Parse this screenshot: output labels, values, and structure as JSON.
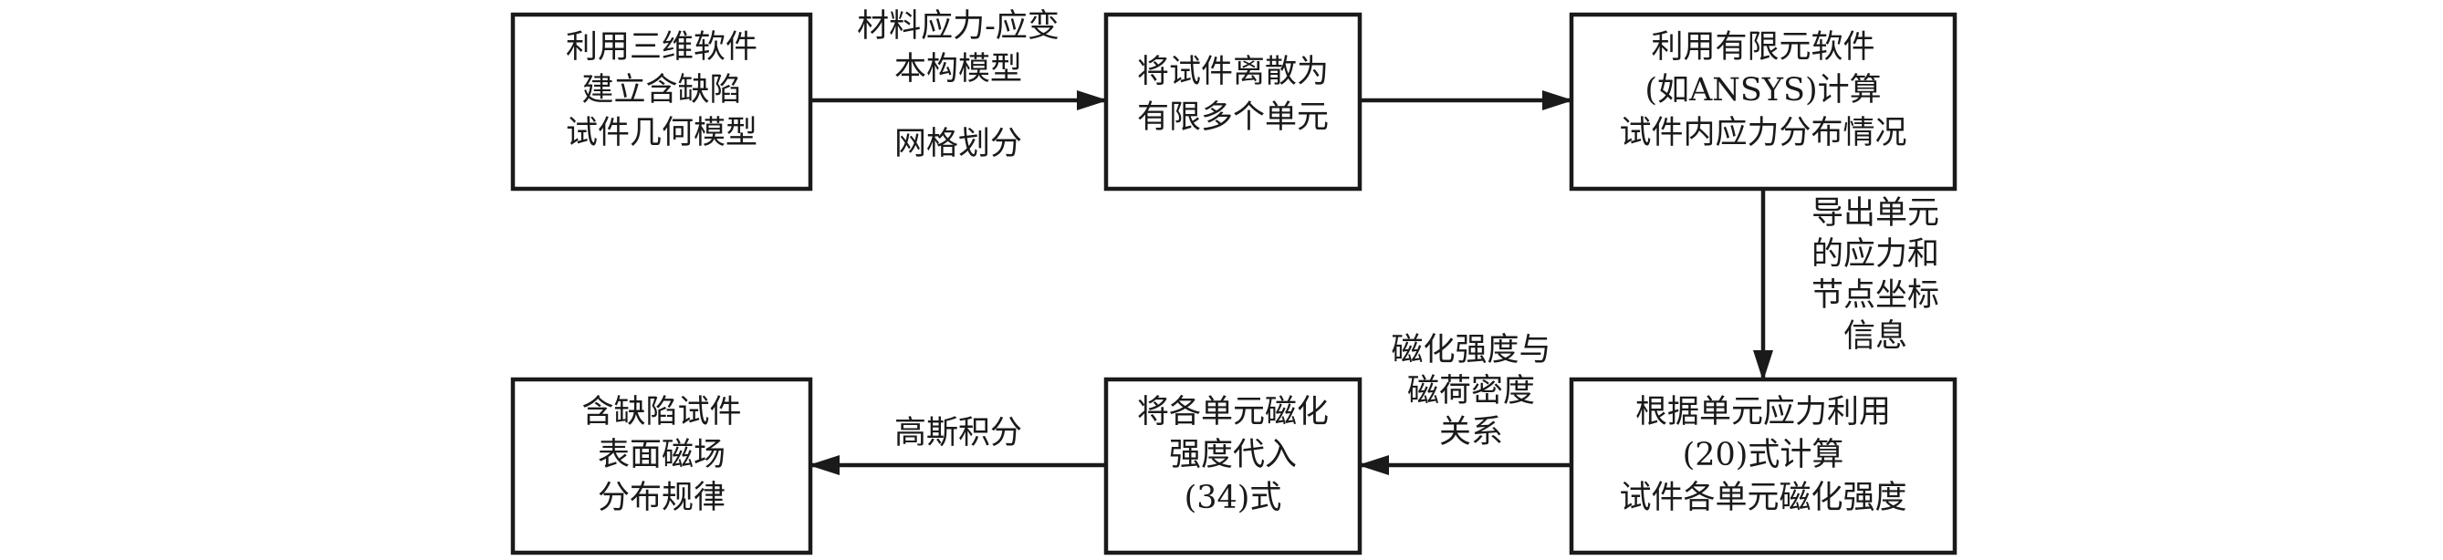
{
  "boxes": {
    "model": {
      "lines": [
        "利用三维软件",
        "建立含缺陷",
        "试件几何模型"
      ]
    },
    "discretize": {
      "lines": [
        "将试件离散为",
        "有限多个单元"
      ]
    },
    "fea": {
      "lines": [
        "利用有限元软件",
        "(如ANSYS)计算",
        "试件内应力分布情况"
      ]
    },
    "magnetization": {
      "lines": [
        "根据单元应力利用",
        "(20)式计算",
        "试件各单元磁化强度"
      ]
    },
    "substitute": {
      "lines": [
        "将各单元磁化",
        "强度代入",
        "(34)式"
      ]
    },
    "result": {
      "lines": [
        "含缺陷试件",
        "表面磁场",
        "分布规律"
      ]
    }
  },
  "arrows": {
    "model_to_discretize": {
      "above": [
        "材料应力-应变",
        "本构模型"
      ],
      "below": [
        "网格划分"
      ]
    },
    "discretize_to_fea": {
      "above": [],
      "below": []
    },
    "fea_to_magnetization": {
      "side": [
        "导出单元",
        "的应力和",
        "节点坐标",
        "信息"
      ]
    },
    "magnetization_to_substitute": {
      "above": [
        "磁化强度与",
        "磁荷密度",
        "关系"
      ]
    },
    "substitute_to_result": {
      "above": [
        "高斯积分"
      ]
    }
  }
}
